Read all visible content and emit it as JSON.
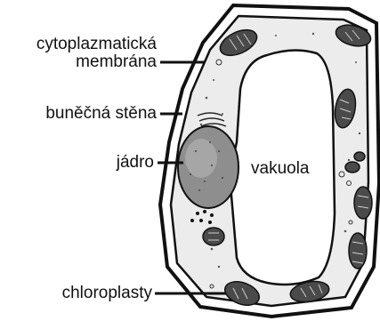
{
  "labels": {
    "membrane_line1": "cytoplazmatická",
    "membrane_line2": "membrána",
    "cell_wall": "buněčná stěna",
    "nucleus": "jádro",
    "vacuole": "vakuola",
    "chloroplasts": "chloroplasty"
  },
  "colors": {
    "ink": "#111111",
    "cytoplasm": "#ececec",
    "cell_wall": "#ffffff",
    "vacuole": "#ffffff",
    "nucleus": "#8e8e8e",
    "chloroplast": "#4a4a4a"
  }
}
